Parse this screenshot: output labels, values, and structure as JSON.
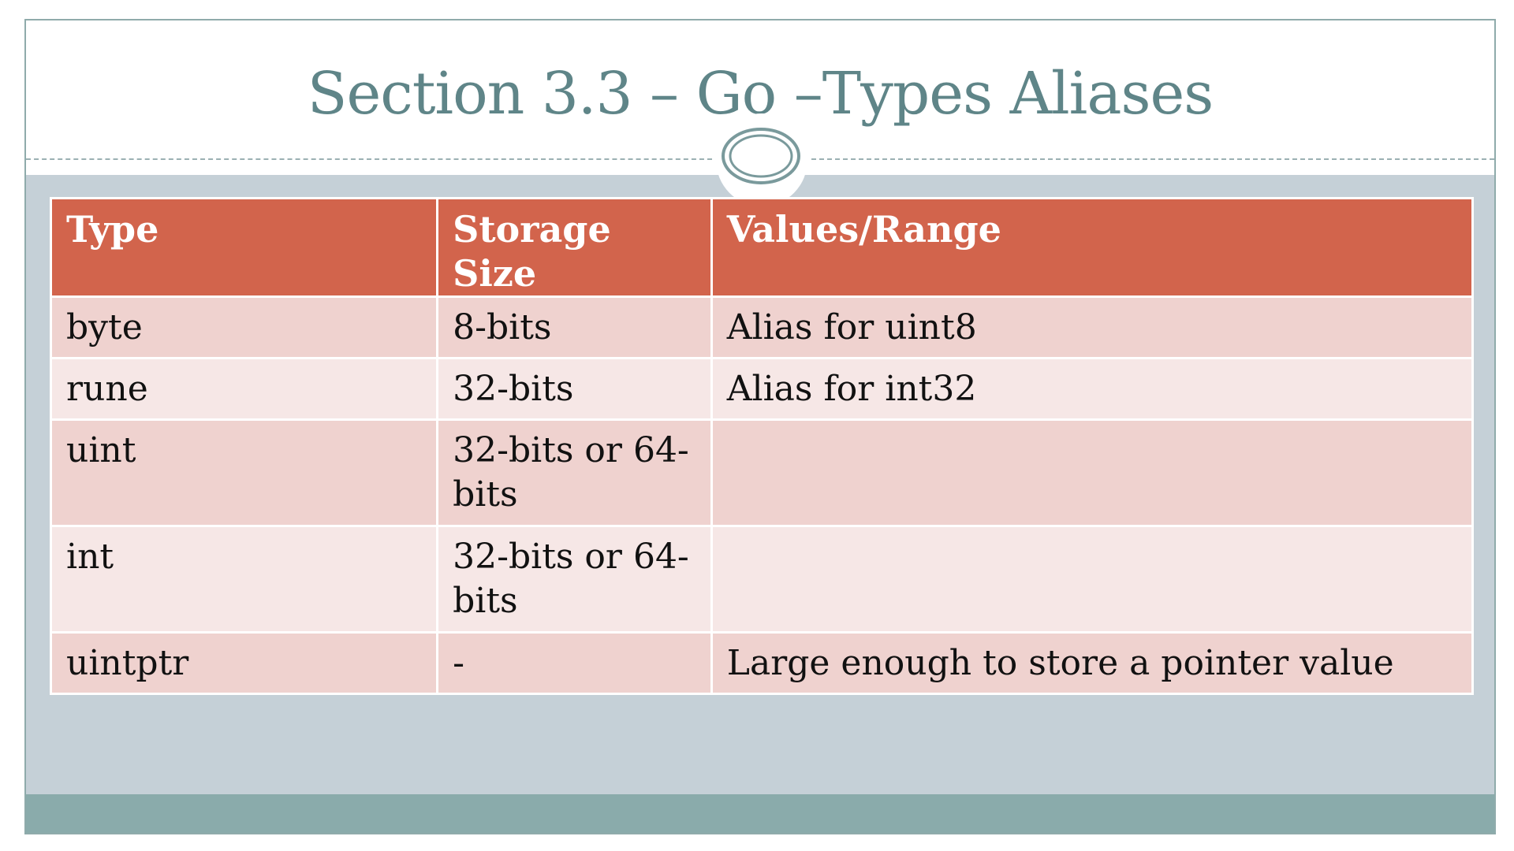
{
  "slide": {
    "title": "Section 3.3 – Go –Types Aliases"
  },
  "table": {
    "headers": [
      "Type",
      "Storage Size",
      "Values/Range"
    ],
    "rows": [
      {
        "type": "byte",
        "size": "8-bits",
        "values": "Alias for uint8"
      },
      {
        "type": "rune",
        "size": "32-bits",
        "values": "Alias for int32"
      },
      {
        "type": "uint",
        "size": "32-bits or 64-bits",
        "values": ""
      },
      {
        "type": "int",
        "size": "32-bits or 64-bits",
        "values": ""
      },
      {
        "type": "uintptr",
        "size": "-",
        "values": "Large enough to store a pointer value"
      }
    ]
  },
  "colors": {
    "title": "#5f8588",
    "header_bg": "#d2644c",
    "row_odd": "#efd2cf",
    "row_even": "#f6e7e6",
    "content_band": "#c5d0d7",
    "footer_band": "#8aabab"
  }
}
